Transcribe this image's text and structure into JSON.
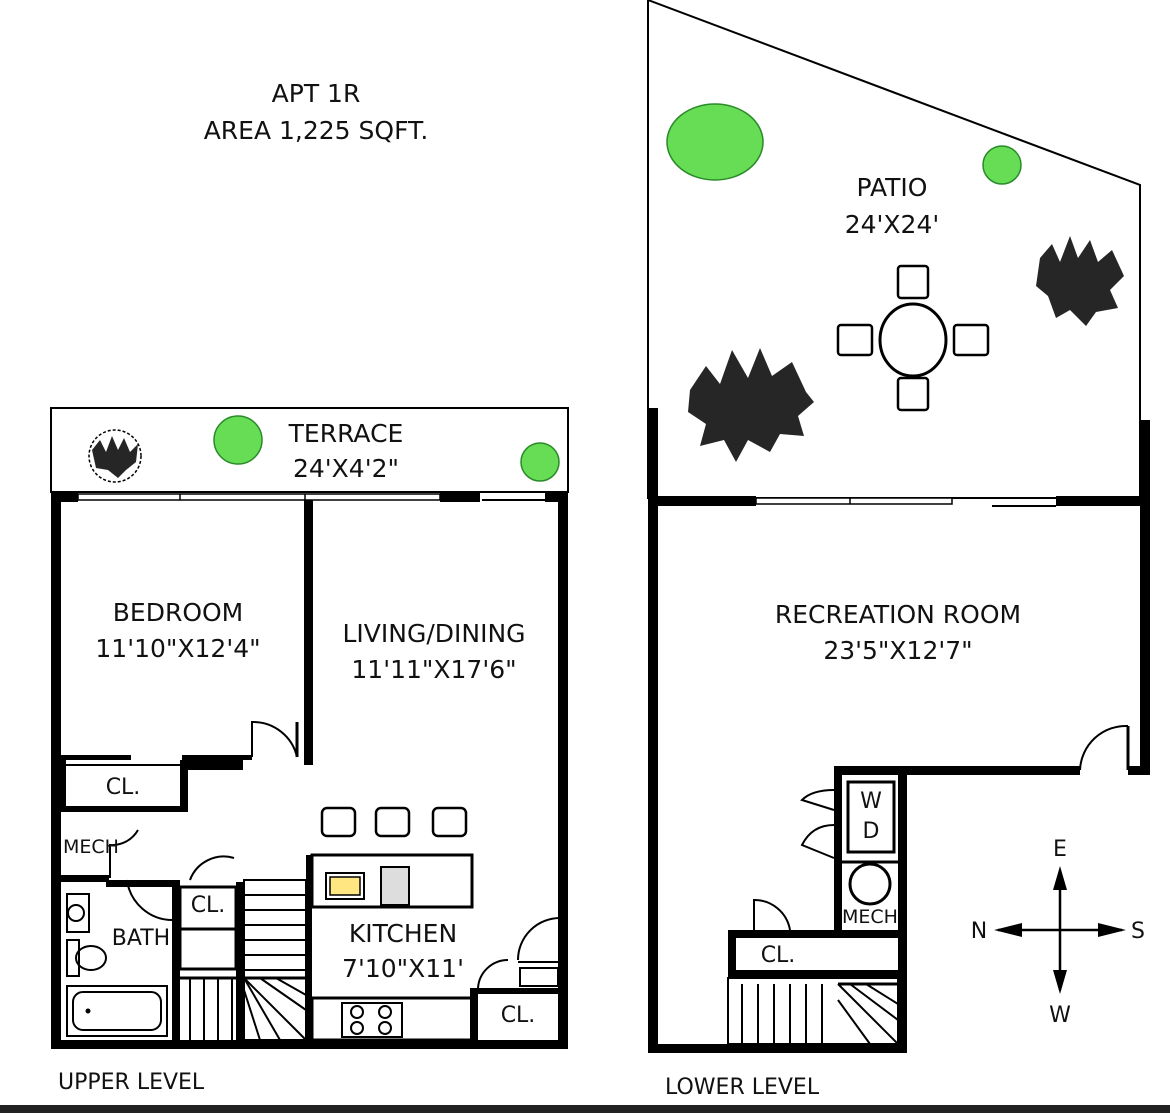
{
  "title": {
    "apt": "APT 1R",
    "area": "AREA 1,225 SQFT."
  },
  "levels": {
    "upper": "UPPER LEVEL",
    "lower": "LOWER LEVEL"
  },
  "rooms": {
    "terrace": {
      "name": "TERRACE",
      "dims": "24'X4'2\""
    },
    "bedroom": {
      "name": "BEDROOM",
      "dims": "11'10\"X12'4\""
    },
    "living": {
      "name": "LIVING/DINING",
      "dims": "11'11\"X17'6\""
    },
    "kitchen": {
      "name": "KITCHEN",
      "dims": "7'10\"X11'"
    },
    "closet_upper_1": "CL.",
    "closet_upper_2": "CL.",
    "closet_upper_3": "CL.",
    "mech_upper": "MECH",
    "bath": "BATH",
    "patio": {
      "name": "PATIO",
      "dims": "24'X24'"
    },
    "recreation": {
      "name": "RECREATION ROOM",
      "dims": "23'5\"X12'7\""
    },
    "closet_lower": "CL.",
    "mech_lower": "MECH",
    "washer": "W",
    "dryer": "D"
  },
  "compass": {
    "north": "N",
    "south": "S",
    "east": "E",
    "west": "W"
  },
  "colors": {
    "wall": "#000000",
    "shrub": "#66dd55",
    "background": "#ffffff"
  }
}
